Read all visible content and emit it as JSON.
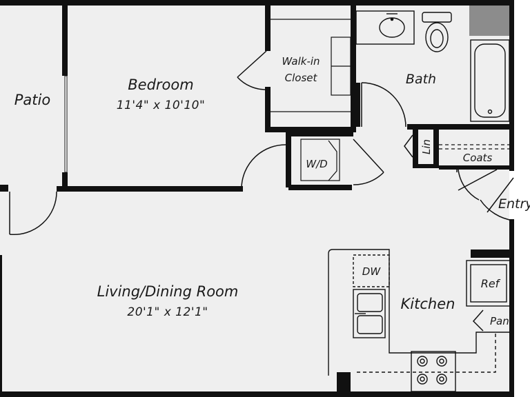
{
  "floorplan": {
    "rooms": {
      "patio": "Patio",
      "bedroom": "Bedroom",
      "bedroom_dims": "11'4\" x 10'10\"",
      "walk_in_closet_line1": "Walk-in",
      "walk_in_closet_line2": "Closet",
      "bath": "Bath",
      "linen": "Lin",
      "washer_dryer": "W/D",
      "coats": "Coats",
      "entry": "Entry",
      "living_dining": "Living/Dining Room",
      "living_dining_dims": "20'1\" x 12'1\"",
      "kitchen": "Kitchen",
      "dishwasher": "DW",
      "refrigerator": "Ref",
      "pantry": "Pan"
    },
    "colors": {
      "floor": "#efefef",
      "wall": "#111111",
      "background": "#ffffff",
      "shaft": "#8c8c8c"
    }
  }
}
